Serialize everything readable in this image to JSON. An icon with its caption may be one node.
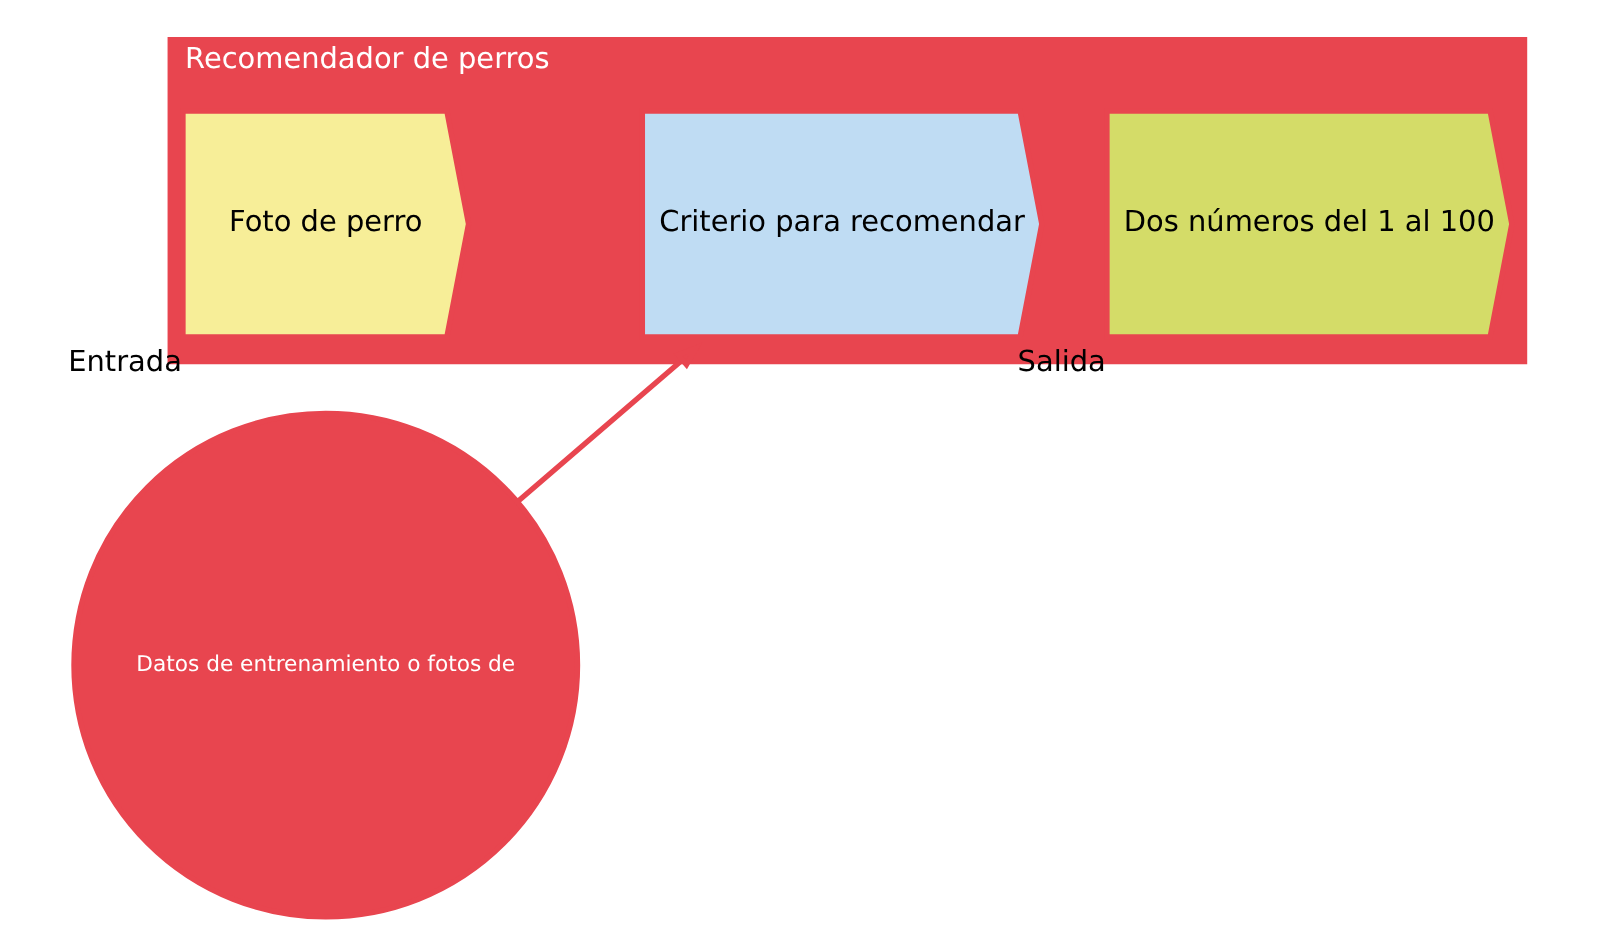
{
  "diagram": {
    "nodes": [
      {
        "text": [
          "Recomendador de perros"
        ]
      },
      {
        "text": [
          "Foto de perro"
        ],
        "beside": [
          "Entrada"
        ],
        "in": 0
      },
      {
        "text": [
          "Criterio para recomendar"
        ],
        "in": 0
      },
      {
        "text": [
          "Dos números del 1 al 100"
        ],
        "beside": [
          "Salida"
        ],
        "in": 0
      },
      {
        "text": [
          "Datos de entrenamiento o fotos de"
        ]
      }
    ],
    "edges": [
      {
        "from": 4,
        "to": 2,
        "arrow": "to"
      }
    ]
  }
}
